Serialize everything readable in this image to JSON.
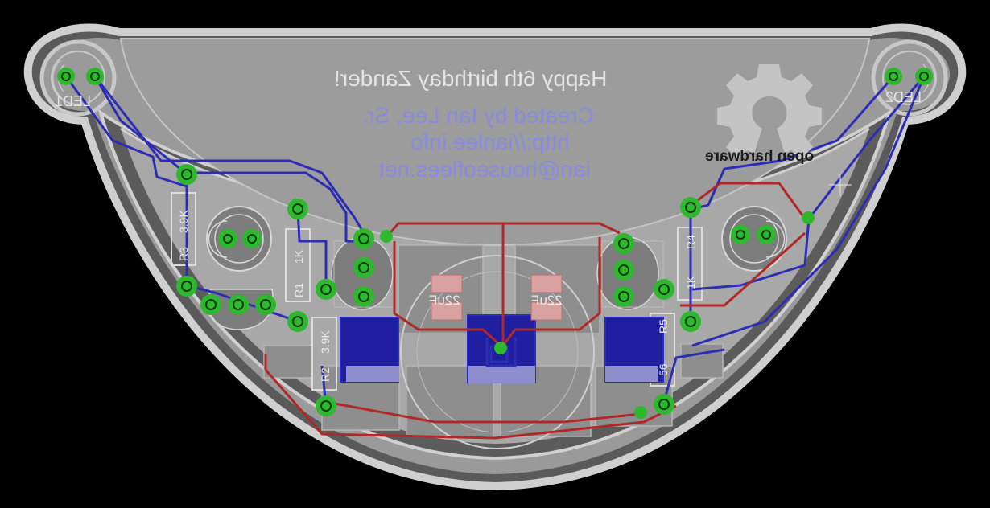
{
  "silkscreen": {
    "title": "Happy 6th birthday Zander!",
    "credit": "Created by Ian Lee, Sr.",
    "url": "http://ianlee.info",
    "email": "ian@houseoflees.net",
    "logo_caption": "open hardware"
  },
  "components": {
    "led1": "LED1",
    "led2": "LED2",
    "r1": "R1",
    "r1_value": "1K",
    "r2": "R2",
    "r2_value": "3.9K",
    "r3": "R3",
    "r3_value": "3.9K",
    "r4": "R4",
    "r4_value": "1K",
    "r5": "R5",
    "r5_value": "56",
    "c1": "22uF",
    "c2": "22uF"
  },
  "colors": {
    "background": "#000000",
    "copper_pour": "#9e9e9e",
    "board_outline": "#c8c8c8",
    "bottom_trace": "#2d2db4",
    "top_trace": "#b02828",
    "via": "#2eb82e",
    "silk_bottom": "#8a8ae0",
    "silk_top": "#e8e8e8"
  }
}
